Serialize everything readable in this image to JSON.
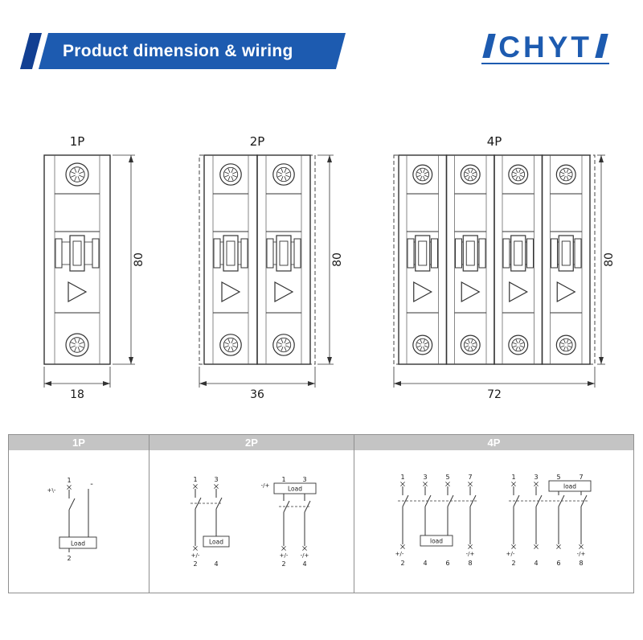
{
  "header": {
    "title": "Product dimension & wiring",
    "logo_text": "CHYT",
    "colors": {
      "bar": "#1d5bb0",
      "accent": "#123f92",
      "logo": "#1d5bb0"
    }
  },
  "dimension_section": {
    "drawings": [
      {
        "label": "1P",
        "poles": 1,
        "height_mm": "80",
        "width_mm": "18"
      },
      {
        "label": "2P",
        "poles": 2,
        "height_mm": "80",
        "width_mm": "36"
      },
      {
        "label": "4P",
        "poles": 4,
        "height_mm": "80",
        "width_mm": "72"
      }
    ]
  },
  "wiring_section": {
    "headers": [
      "1P",
      "2P",
      "4P"
    ],
    "p1": {
      "top_terminal": "1",
      "polarity_left": "+\\-",
      "neutral_mark": "-",
      "load_label": "Load",
      "bottom_terminal": "2"
    },
    "p2_load_bottom": {
      "top_terminals": [
        "1",
        "3"
      ],
      "bottom_polarity": "+/-",
      "bottom_terminals": [
        "2",
        "4"
      ],
      "load_label": "Load"
    },
    "p2_load_top": {
      "top_polarity": "-/+",
      "top_terminals": [
        "1",
        "3"
      ],
      "bottom_polarities": [
        "+/-",
        "-/+"
      ],
      "bottom_terminals": [
        "2",
        "4"
      ],
      "load_label": "Load"
    },
    "p4_load_bottom": {
      "top_terminals": [
        "1",
        "3",
        "5",
        "7"
      ],
      "bottom_polarity_left": "+/-",
      "bottom_polarity_right": "-/+",
      "bottom_terminals": [
        "2",
        "4",
        "6",
        "8"
      ],
      "load_label": "load"
    },
    "p4_load_top": {
      "top_terminals": [
        "1",
        "3",
        "5",
        "7"
      ],
      "bottom_polarity_left": "+/-",
      "bottom_polarity_right": "-/+",
      "bottom_terminals": [
        "2",
        "4",
        "6",
        "8"
      ],
      "load_label": "load"
    }
  }
}
